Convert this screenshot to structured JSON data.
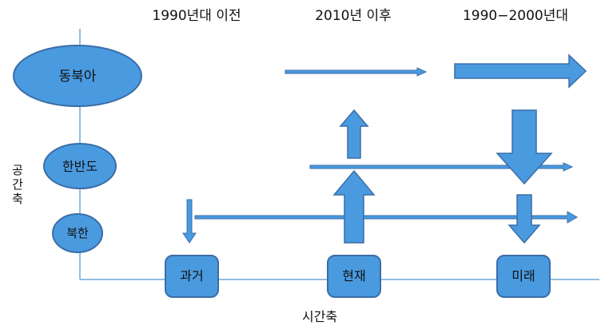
{
  "colors": {
    "fill": "#4a9ae0",
    "stroke": "#3a6da7",
    "axis": "#6aa8db",
    "text": "#111111"
  },
  "periods": {
    "before_1990s": "1990년대 이전",
    "after_2010": "2010년 이후",
    "p1990_2000s": "1990−2000년대"
  },
  "space_axis": {
    "label_chars": [
      "공",
      "간",
      "축"
    ],
    "levels": {
      "northeast_asia": "동북아",
      "korean_peninsula": "한반도",
      "north_korea": "북한"
    }
  },
  "time_axis": {
    "label": "시간축",
    "stages": {
      "past": "과거",
      "present": "현재",
      "future": "미래"
    }
  }
}
